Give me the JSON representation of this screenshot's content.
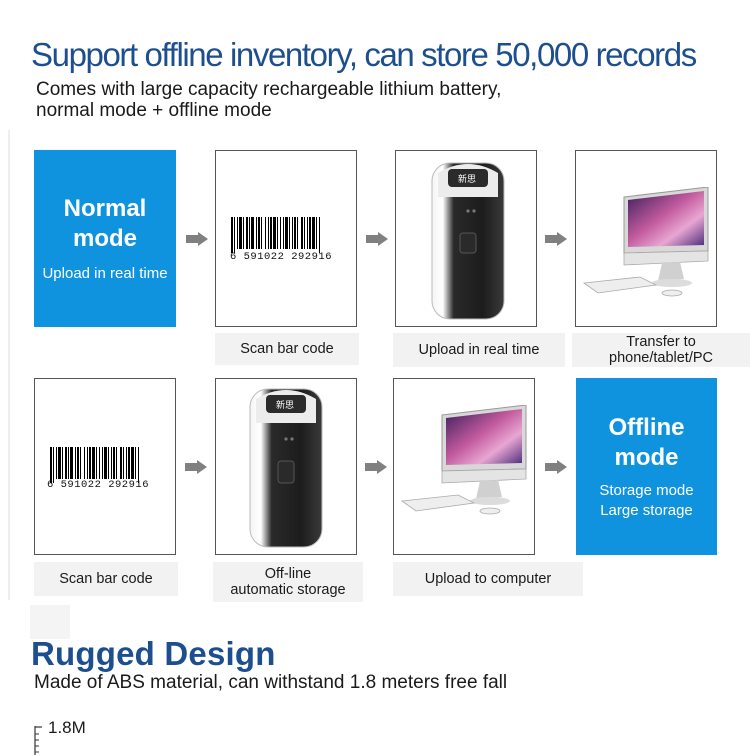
{
  "header": {
    "title": "Support offline inventory,  can store 50,000 records",
    "sub1": "Comes with large capacity rechargeable lithium battery,",
    "sub2": "normal mode + offline mode"
  },
  "row1": {
    "mode_title_1": "Normal",
    "mode_title_2": "mode",
    "mode_desc": "Upload in real time",
    "barcode_number": "6 591022 292916",
    "captions": [
      "Scan bar code",
      "Upload in real time",
      "Transfer to",
      "phone/tablet/PC"
    ],
    "device_logo": "新思"
  },
  "row2": {
    "barcode_number": "6 591022 292916",
    "mode_title_1": "Offline",
    "mode_title_2": "mode",
    "mode_desc_1": "Storage mode",
    "mode_desc_2": "Large storage",
    "captions": [
      "Scan bar code",
      "Off-line",
      "automatic storage",
      "Upload to computer"
    ],
    "device_logo": "新思"
  },
  "rugged": {
    "title": "Rugged Design",
    "desc": "Made of ABS material, can withstand 1.8 meters free fall",
    "height_label": "1.8M"
  },
  "colors": {
    "accent_blue": "#0f93df",
    "heading_blue": "#1d4f8f",
    "arrow_gray": "#808080",
    "caption_bg": "#f2f2f2"
  },
  "icons": [
    "right-arrow-icon",
    "barcode-icon",
    "scanner-device-icon",
    "desktop-computer-icon",
    "ruler-icon"
  ]
}
